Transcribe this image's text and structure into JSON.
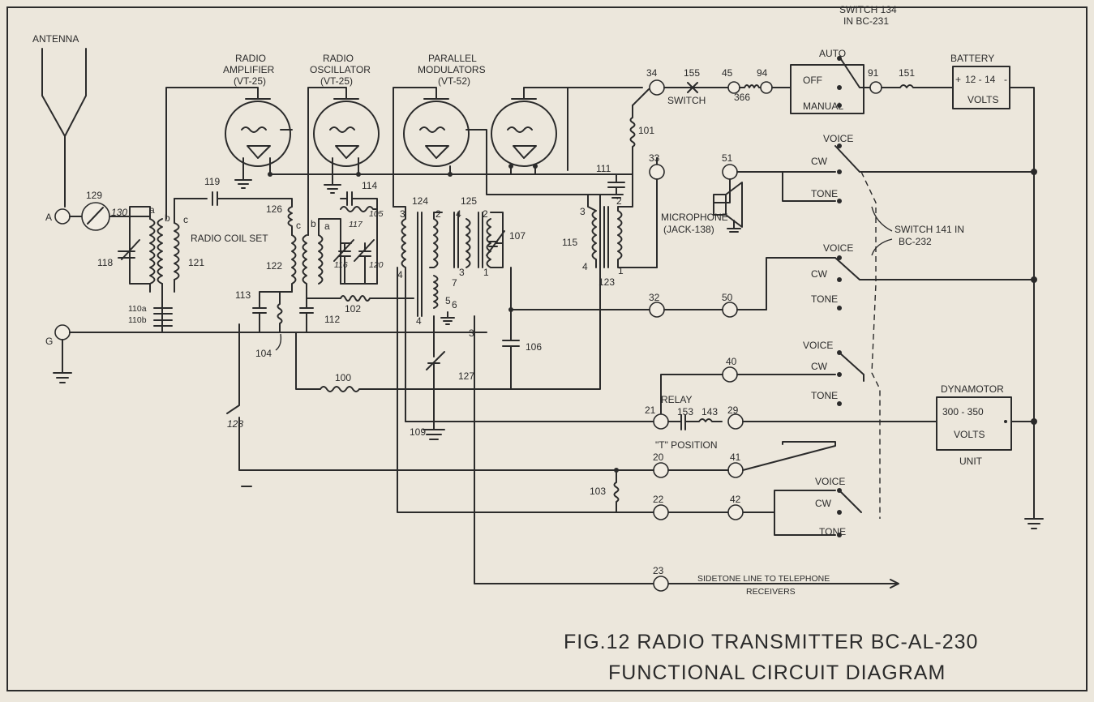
{
  "title_line1": "FIG.12 RADIO TRANSMITTER BC-AL-230",
  "title_line2": "FUNCTIONAL CIRCUIT DIAGRAM",
  "labels": {
    "antenna": "ANTENNA",
    "radio_amplifier_1": "RADIO",
    "radio_amplifier_2": "AMPLIFIER",
    "radio_amplifier_3": "(VT-25)",
    "radio_oscillator_1": "RADIO",
    "radio_oscillator_2": "OSCILLATOR",
    "radio_oscillator_3": "(VT-25)",
    "parallel_modulators_1": "PARALLEL",
    "parallel_modulators_2": "MODULATORS",
    "parallel_modulators_3": "(VT-52)",
    "switch_134_1": "SWITCH 134",
    "switch_134_2": "IN BC-231",
    "auto": "AUTO",
    "off": "OFF",
    "manual": "MANUAL",
    "battery": "BATTERY",
    "battery_volts": "12 - 14",
    "volts": "VOLTS",
    "switch": "SWITCH",
    "radio_coil_set": "RADIO COIL SET",
    "microphone_1": "MICROPHONE",
    "microphone_2": "(JACK-138)",
    "switch_141_1": "SWITCH 141 IN",
    "switch_141_2": "BC-232",
    "voice": "VOICE",
    "cw": "CW",
    "tone": "TONE",
    "relay": "RELAY",
    "t_position": "\"T\" POSITION",
    "dynamotor": "DYNAMOTOR",
    "dynamotor_volts": "300 - 350",
    "unit": "UNIT",
    "sidetone_1": "SIDETONE LINE TO TELEPHONE",
    "sidetone_2": "RECEIVERS",
    "a_term": "A",
    "g_term": "G"
  },
  "numbers": {
    "n129": "129",
    "n130": "130",
    "n119": "119",
    "n118": "118",
    "n121": "121",
    "n110a": "110a",
    "n110b": "110b",
    "n126": "126",
    "n122": "122",
    "n113": "113",
    "n104": "104",
    "n112": "112",
    "n102": "102",
    "n114": "114",
    "n105": "105",
    "n116": "116",
    "n117": "117",
    "n120": "120",
    "n124": "124",
    "n125": "125",
    "n107": "107",
    "n115": "115",
    "n123": "123",
    "n111": "111",
    "n101": "101",
    "n106": "106",
    "n127": "127",
    "n100": "100",
    "n109": "109",
    "n128": "128",
    "n103": "103",
    "n34": "34",
    "n155": "155",
    "n45": "45",
    "n366": "366",
    "n94": "94",
    "n91": "91",
    "n151": "151",
    "n33": "33",
    "n51": "51",
    "n32": "32",
    "n50": "50",
    "n40": "40",
    "n21": "21",
    "n153": "153",
    "n143": "143",
    "n29": "29",
    "n20": "20",
    "n41": "41",
    "n22": "22",
    "n42": "42",
    "n23": "23"
  },
  "pins": {
    "a": "a",
    "b": "b",
    "c": "c",
    "c2": "c",
    "b2": "b",
    "a2": "a",
    "p3a": "3",
    "p2a": "2",
    "p4a": "4",
    "p4b": "4",
    "p2b": "2",
    "p3b": "3",
    "p7": "7",
    "p6": "6",
    "p5": "5",
    "p3c": "3",
    "p4c": "4",
    "p1a": "1",
    "p3d": "3",
    "p2c": "2",
    "p4d": "4",
    "p1b": "1"
  }
}
